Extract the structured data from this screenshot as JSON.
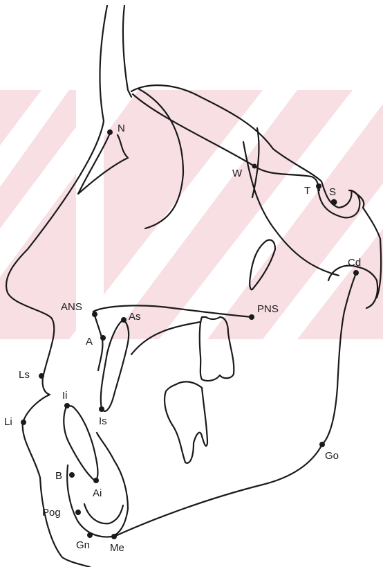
{
  "figure": {
    "background_color": "#ffffff",
    "watermark_color": "#f7dfe4",
    "line_color": "#1a1a1a"
  },
  "landmarks": [
    {
      "id": "N",
      "label": "N"
    },
    {
      "id": "W",
      "label": "W"
    },
    {
      "id": "T",
      "label": "T"
    },
    {
      "id": "S",
      "label": "S"
    },
    {
      "id": "Cd",
      "label": "Cd"
    },
    {
      "id": "ANS",
      "label": "ANS"
    },
    {
      "id": "As",
      "label": "As"
    },
    {
      "id": "PNS",
      "label": "PNS"
    },
    {
      "id": "A",
      "label": "A"
    },
    {
      "id": "Ls",
      "label": "Ls"
    },
    {
      "id": "Ii",
      "label": "Ii"
    },
    {
      "id": "Is",
      "label": "Is"
    },
    {
      "id": "Li",
      "label": "Li"
    },
    {
      "id": "Go",
      "label": "Go"
    },
    {
      "id": "B",
      "label": "B"
    },
    {
      "id": "Ai",
      "label": "Ai"
    },
    {
      "id": "Pog",
      "label": "Pog"
    },
    {
      "id": "Gn",
      "label": "Gn"
    },
    {
      "id": "Me",
      "label": "Me"
    }
  ]
}
